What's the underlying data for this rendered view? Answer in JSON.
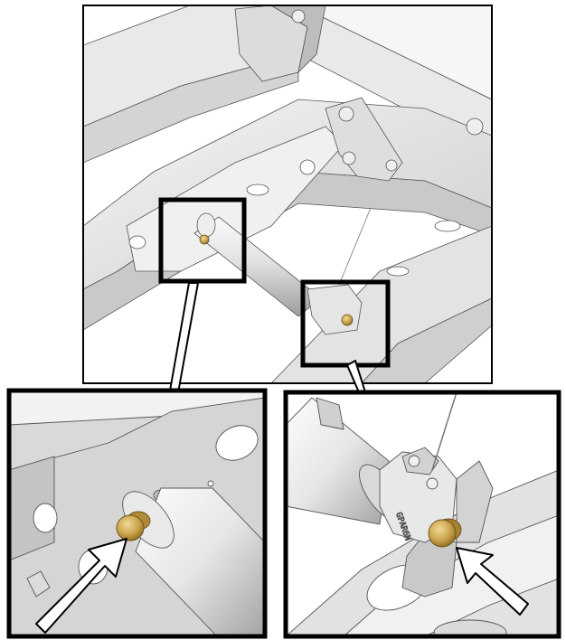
{
  "figure": {
    "description_text": "",
    "callouts": [
      {
        "id": "left-pin",
        "target": "grease-fitting-pin"
      },
      {
        "id": "right-pin",
        "target": "grease-fitting-pin"
      }
    ]
  },
  "rod_end_stamp": "GPAR6N",
  "colors": {
    "background": "#ffffff",
    "outline": "#000000",
    "metal_light": "#f2f2f2",
    "metal_mid": "#d7d7d7",
    "metal_dark": "#a9a9a9",
    "brass": "#c8a24a",
    "brass_dark": "#8a6a22"
  }
}
